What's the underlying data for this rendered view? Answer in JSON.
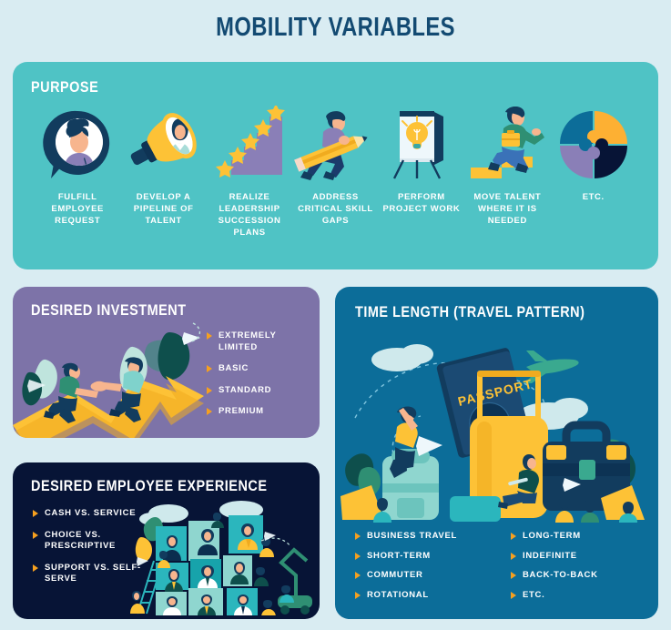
{
  "header": {
    "title": "MOBILITY VARIABLES"
  },
  "colors": {
    "page_background": "#d9ecf2",
    "title": "#134a72",
    "purpose_panel": "#4fc3c5",
    "investment_panel": "#7d73a8",
    "experience_panel": "#071436",
    "time_panel": "#0c6d99",
    "bullet_arrow": "#f6a01f",
    "accent_yellow": "#fdc236",
    "accent_orange": "#f6a01f",
    "navy": "#123c5e"
  },
  "purpose": {
    "heading": "PURPOSE",
    "items": [
      {
        "icon": "speech-bubble-person-icon",
        "label": "FULFILL EMPLOYEE REQUEST"
      },
      {
        "icon": "telescope-person-icon",
        "label": "DEVELOP A PIPELINE OF TALENT"
      },
      {
        "icon": "stairs-stars-icon",
        "label": "REALIZE LEADERSHIP SUCCESSION PLANS"
      },
      {
        "icon": "person-carrying-pencil-icon",
        "label": "ADDRESS CRITICAL SKILL GAPS"
      },
      {
        "icon": "flipchart-lightbulb-icon",
        "label": "PERFORM PROJECT WORK"
      },
      {
        "icon": "person-climbing-stairs-icon",
        "label": "MOVE TALENT WHERE IT IS NEEDED"
      },
      {
        "icon": "puzzle-circle-icon",
        "label": "ETC."
      }
    ]
  },
  "investment": {
    "heading": "DESIRED INVESTMENT",
    "illustration": "handshake-on-rising-arrow-illustration",
    "items": [
      "EXTREMELY LIMITED",
      "BASIC",
      "STANDARD",
      "PREMIUM"
    ]
  },
  "experience": {
    "heading": "DESIRED EMPLOYEE EXPERIENCE",
    "illustration": "employee-portrait-grid-illustration",
    "items": [
      "CASH VS. SERVICE",
      "CHOICE VS. PRESCRIPTIVE",
      "SUPPORT VS. SELF-SERVE"
    ]
  },
  "time_length": {
    "heading": "TIME LENGTH (TRAVEL PATTERN)",
    "illustration": "travel-luggage-passport-airplane-illustration",
    "items_left": [
      "BUSINESS TRAVEL",
      "SHORT-TERM",
      "COMMUTER",
      "ROTATIONAL"
    ],
    "items_right": [
      "LONG-TERM",
      "INDEFINITE",
      "BACK-TO-BACK",
      "ETC."
    ]
  }
}
